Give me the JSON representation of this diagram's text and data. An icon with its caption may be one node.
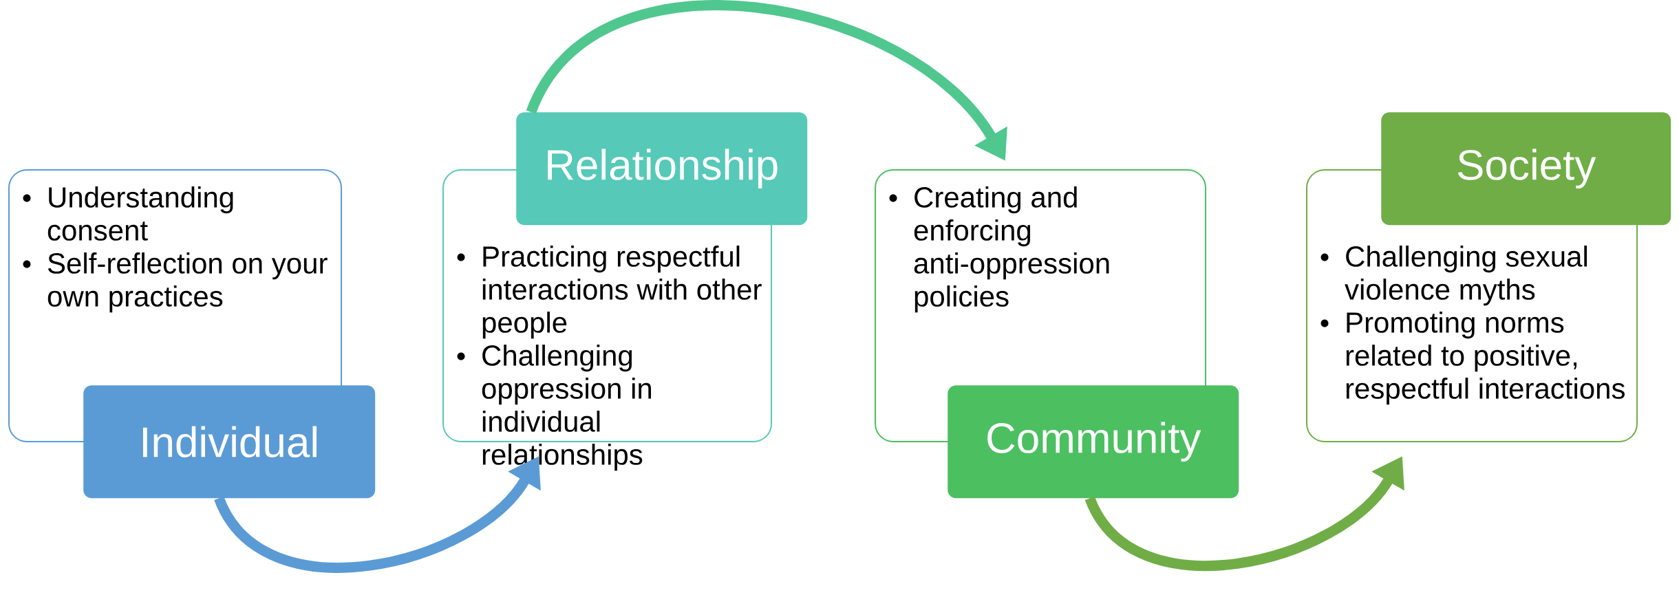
{
  "diagram": {
    "nodes": [
      {
        "text": [
          "Understanding consent",
          "Self-reflection on your own practices"
        ]
      },
      {
        "text": [
          "Individual"
        ]
      },
      {
        "text": [
          "Relationship"
        ]
      },
      {
        "text": [
          "Practicing respectful interactions with other people",
          "Challenging oppression in individual relationships"
        ]
      },
      {
        "text": [
          "Creating and enforcing anti-oppression policies"
        ]
      },
      {
        "text": [
          "Community"
        ]
      },
      {
        "text": [
          "Society"
        ]
      },
      {
        "text": [
          "Challenging sexual violence myths",
          "Promoting norms related to positive, respectful interactions"
        ]
      }
    ],
    "edges": [
      {
        "from": 1,
        "to": 3,
        "arrow": "to",
        "color": "#5b9bd5"
      },
      {
        "from": 2,
        "to": 4,
        "arrow": "to",
        "color": "#4fc78f"
      },
      {
        "from": 5,
        "to": 7,
        "arrow": "to",
        "color": "#70ad47"
      }
    ]
  }
}
